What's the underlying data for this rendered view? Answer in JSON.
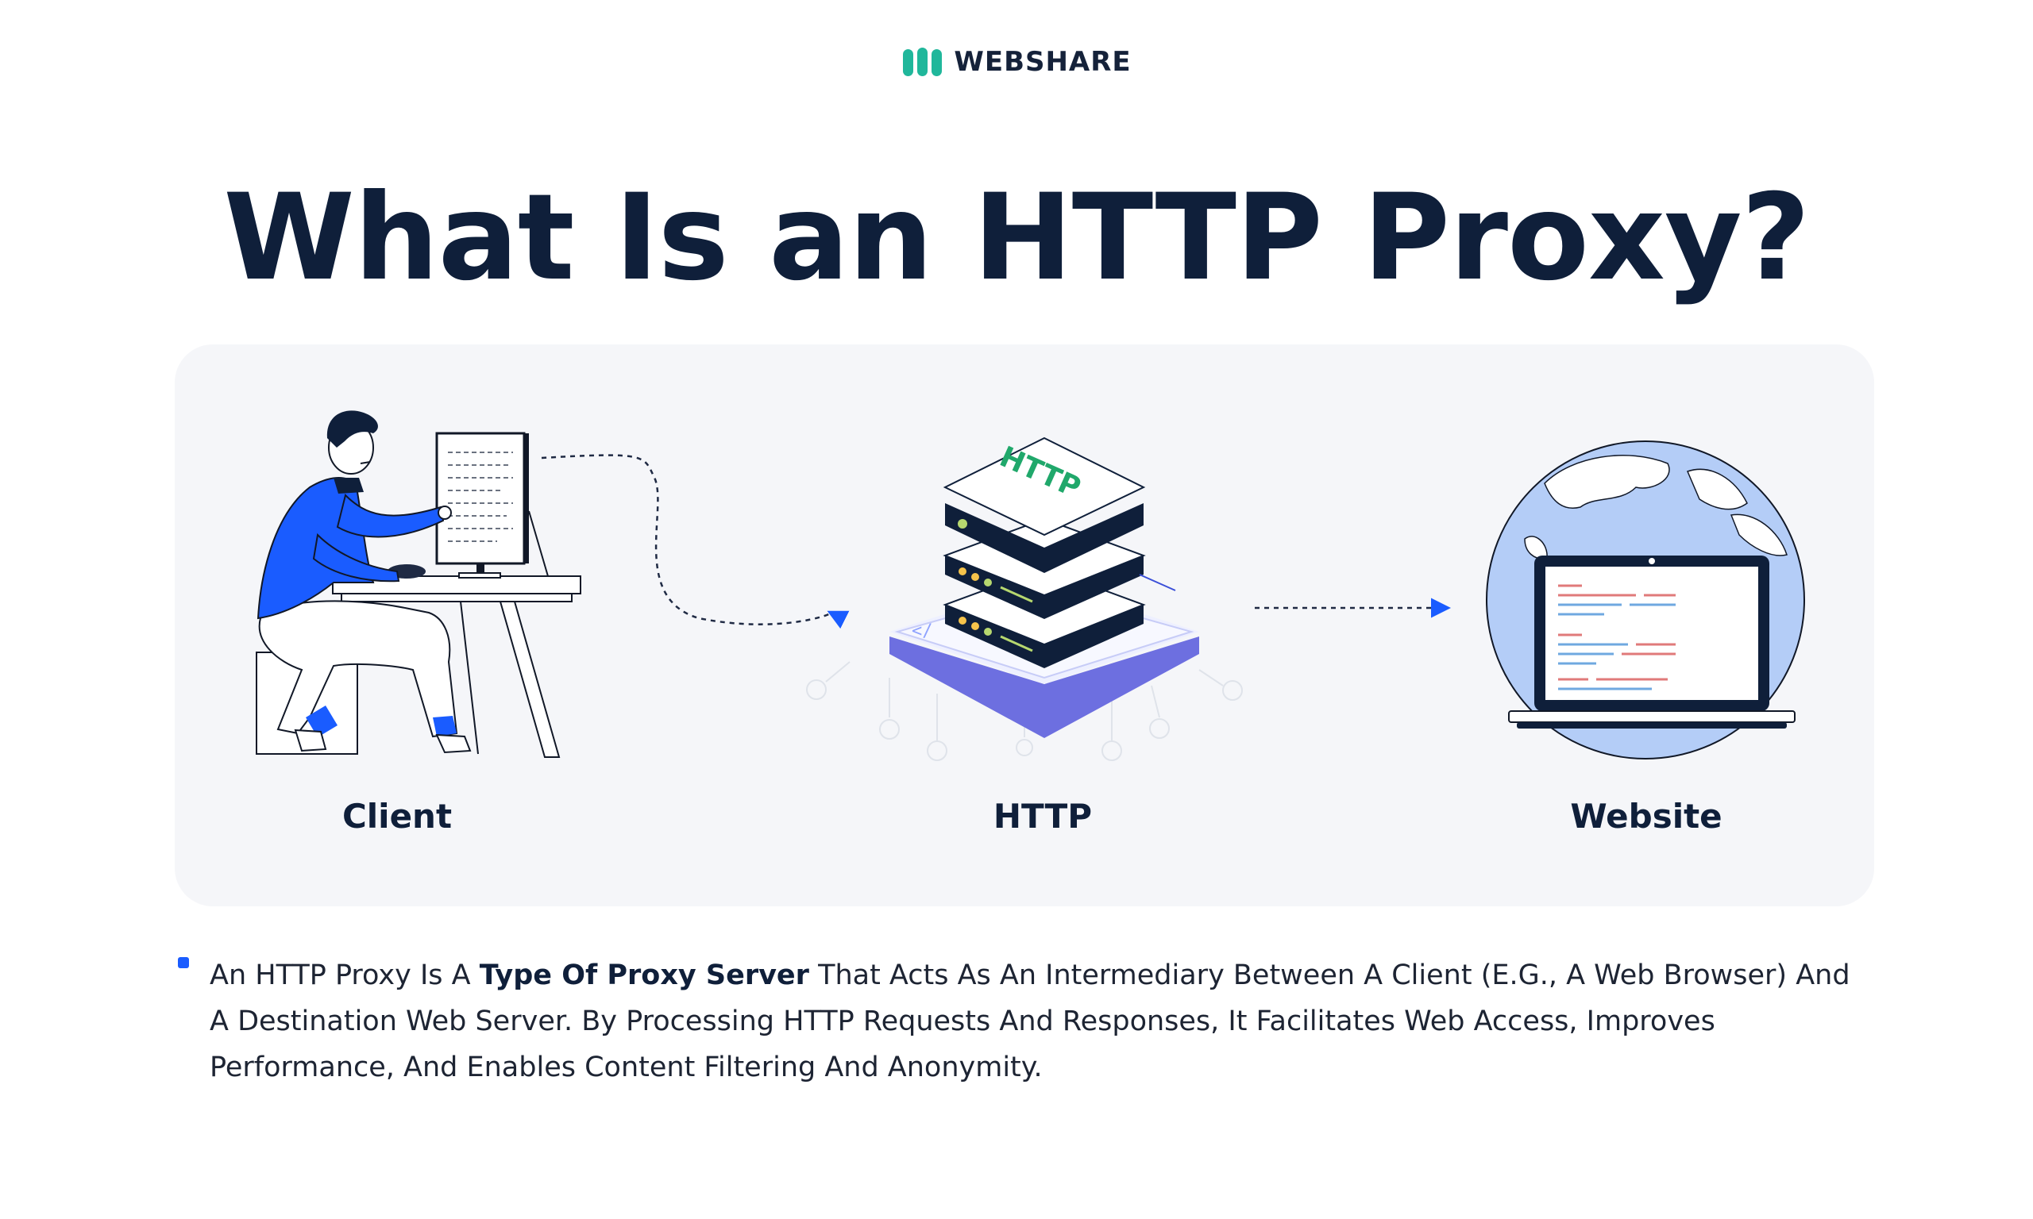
{
  "brand": {
    "name": "WEBSHARE",
    "color": "#20b79b"
  },
  "title": "What Is an HTTP Proxy?",
  "diagram": {
    "nodes": [
      {
        "id": "client",
        "label": "Client"
      },
      {
        "id": "http",
        "label": "HTTP",
        "badge": "HTTP"
      },
      {
        "id": "website",
        "label": "Website"
      }
    ],
    "accent": "#1a5cff"
  },
  "description": {
    "part1": "An HTTP Proxy Is A ",
    "bold": "Type Of Proxy Server",
    "part2": " That Acts As An Intermediary Between A Client (E.G., A Web Browser) And A Destination Web Server. By Processing HTTP Requests And Responses, It Facilitates Web Access, Improves Performance, And Enables Content Filtering And Anonymity."
  }
}
